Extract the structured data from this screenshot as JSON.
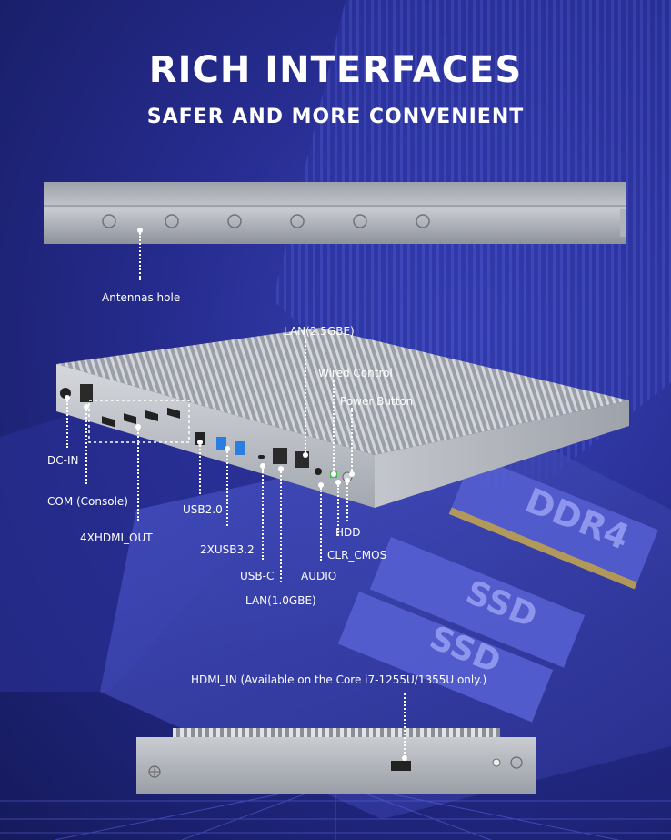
{
  "header": {
    "title": "RICH INTERFACES",
    "subtitle": "SAFER AND MORE CONVENIENT"
  },
  "labels": {
    "antennas": "Antennas hole",
    "lan_25": "LAN(2.5GBE)",
    "wired_control": "Wired Control",
    "power_button": "Power Button",
    "dc_in": "DC-IN",
    "com": "COM (Console)",
    "usb20": "USB2.0",
    "hdmi_out": "4XHDMI_OUT",
    "usb32": "2XUSB3.2",
    "usbc": "USB-C",
    "lan_10": "LAN(1.0GBE)",
    "audio": "AUDIO",
    "clr_cmos": "CLR_CMOS",
    "hdd": "HDD",
    "hdmi_in": "HDMI_IN (Available on the Core i7-1255U/1355U only.)"
  },
  "background_text": {
    "ddr": "DDR4",
    "ssd1": "SSD",
    "ssd2": "SSD"
  },
  "colors": {
    "background": "#262c8f",
    "chassis": "#b9bcc3",
    "usb3_blue": "#2a7de1",
    "terminal_green": "#3fbf4a"
  }
}
